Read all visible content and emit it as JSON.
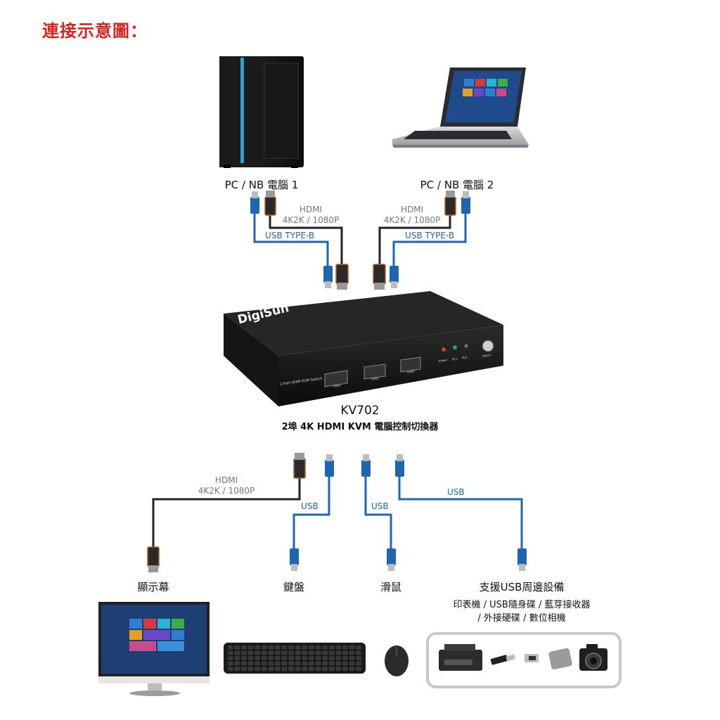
{
  "title": "連接示意圖：",
  "pc1_label": "PC / NB 電腦 1",
  "pc2_label": "PC / NB 電腦 2",
  "hdmi_label": "HDMI",
  "hdmi_res_label": "4K2K / 1080P",
  "usb_typeb_label": "USB TYPE-B",
  "usb_label": "USB",
  "device": {
    "brand": "DigiSun",
    "model_print": "2 Port HDMI KVM Switch",
    "ports": [
      "USB1",
      "USB2",
      "USB3"
    ],
    "leds": [
      "Power",
      "PC1",
      "PC2"
    ],
    "select_label": "Select"
  },
  "model": "KV702",
  "model_desc": "2埠 4K HDMI KVM 電腦控制切換器",
  "monitor_label": "顯示幕",
  "keyboard_label": "鍵盤",
  "mouse_label": "滑鼠",
  "peripheral_label": "支援USB周邊設備",
  "peripheral_desc_1": "印表機 / USB隨身碟 / 藍芽接收器",
  "peripheral_desc_2": "/ 外接硬碟 / 數位相機",
  "colors": {
    "title": "#d9231d",
    "usb_cable": "#1f66b0",
    "hdmi_cable": "#222222",
    "text_gray": "#777777"
  }
}
